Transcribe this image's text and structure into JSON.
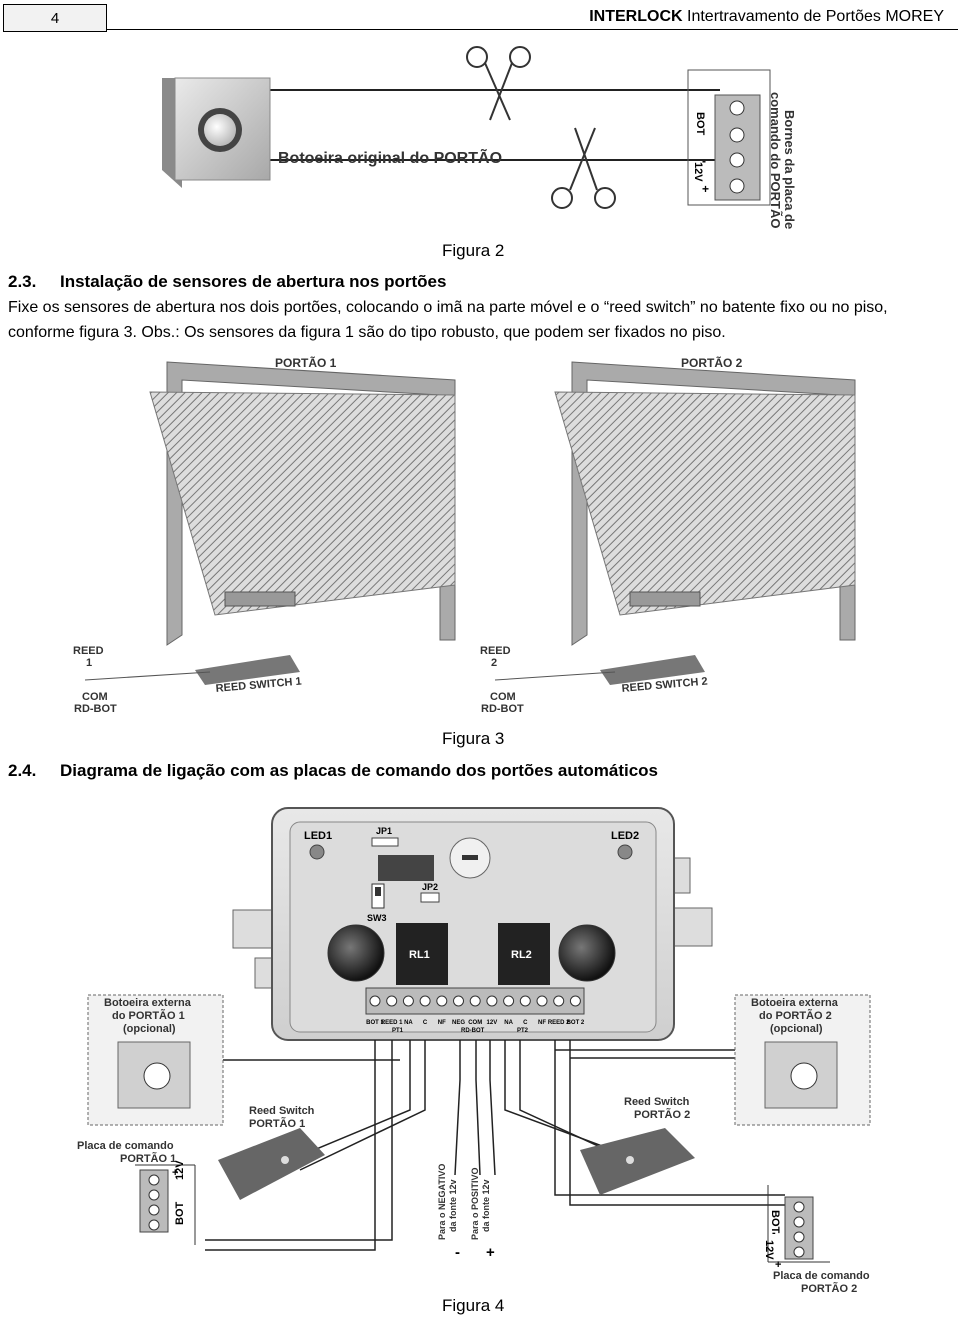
{
  "header": {
    "page_number": "4",
    "brand": "INTERLOCK",
    "title": "Intertravamento de Portões MOREY"
  },
  "figure2": {
    "button_label": "Botoeira original do PORTÃO",
    "terminal_bot": "BOT",
    "terminal_minus": "-",
    "terminal_12v": "12V",
    "terminal_plus": "+",
    "bornes_line1": "Bornes da placa de",
    "bornes_line2": "comando do PORTÃO",
    "caption": "Figura 2"
  },
  "section_2_3": {
    "number": "2.3.",
    "title": "Instalação de sensores de abertura nos portões",
    "text": "Fixe os sensores de abertura nos dois portões, colocando o imã na parte móvel e o “reed switch” no batente fixo ou no piso, conforme figura 3. Obs.: Os sensores da figura 1 são do tipo robusto, que podem ser fixados no piso."
  },
  "figure3": {
    "gate1": {
      "title": "PORTÃO 1",
      "reed": "REED",
      "reed_num": "1",
      "com": "COM",
      "rdbot": "RD-BOT",
      "switch": "REED SWITCH 1"
    },
    "gate2": {
      "title": "PORTÃO 2",
      "reed": "REED",
      "reed_num": "2",
      "com": "COM",
      "rdbot": "RD-BOT",
      "switch": "REED SWITCH 2"
    },
    "caption": "Figura 3"
  },
  "section_2_4": {
    "number": "2.4.",
    "title": "Diagrama de ligação com as placas de comando dos portões automáticos"
  },
  "figure4": {
    "led1": "LED1",
    "led2": "LED2",
    "jp1": "JP1",
    "jp2": "JP2",
    "sw3": "SW3",
    "rl1": "RL1",
    "rl2": "RL2",
    "terminals": [
      "BOT 1",
      "REED 1",
      "NA",
      "C",
      "NF",
      "NEG",
      "COM",
      "12V",
      "NA",
      "C",
      "NF",
      "REED 2",
      "BOT 2"
    ],
    "terminal_groups": {
      "pt1": "PT1",
      "rdbot": "RD-BOT",
      "pt2": "PT2"
    },
    "ext_button1": [
      "Botoeira externa",
      "do PORTÃO 1",
      "(opcional)"
    ],
    "ext_button2": [
      "Botoeira externa",
      "do PORTÃO 2",
      "(opcional)"
    ],
    "reed1": [
      "Reed Switch",
      "PORTÃO 1"
    ],
    "reed2": [
      "Reed Switch",
      "PORTÃO 2"
    ],
    "board1": [
      "Placa de comando",
      "PORTÃO 1"
    ],
    "board2": [
      "Placa de comando",
      "PORTÃO 2"
    ],
    "bot": "BOT",
    "v12": "12V",
    "minus": "-",
    "plus": "+",
    "neg_supply": [
      "Para o NEGATIVO",
      "da fonte 12v"
    ],
    "pos_supply": [
      "Para o POSITIVO",
      "da fonte 12v"
    ],
    "caption": "Figura 4"
  }
}
